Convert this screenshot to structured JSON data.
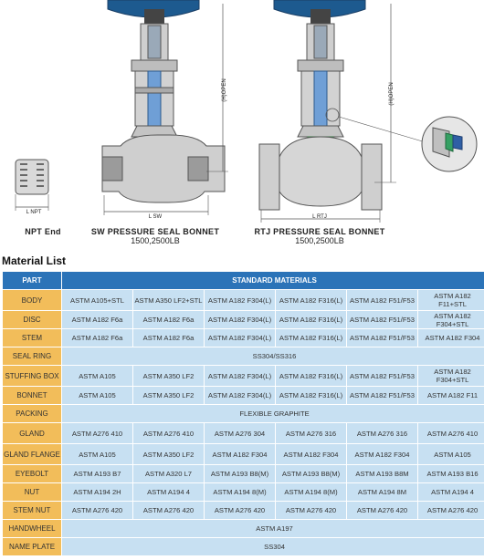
{
  "captions": {
    "npt_label": "NPT End",
    "sw_label": "SW PRESSURE SEAL BONNET",
    "sw_class": "1500,2500LB",
    "rtj_label": "RTJ PRESSURE SEAL BONNET",
    "rtj_class": "1500,2500LB",
    "dim_npt": "L NPT",
    "dim_sw": "L SW",
    "dim_rtj": "L RTJ",
    "dim_h_sw": "(H)OPEN",
    "dim_h_rtj": "(H)OPEN"
  },
  "section_title": "Material List",
  "table": {
    "header_part": "PART",
    "header_materials": "STANDARD MATERIALS",
    "rows": [
      {
        "part": "BODY",
        "cells": [
          "ASTM A105+STL",
          "ASTM A350 LF2+STL",
          "ASTM A182 F304(L)",
          "ASTM A182 F316(L)",
          "ASTM A182 F51/F53",
          "ASTM A182 F11+STL"
        ]
      },
      {
        "part": "DISC",
        "cells": [
          "ASTM A182 F6a",
          "ASTM A182 F6a",
          "ASTM A182 F304(L)",
          "ASTM A182 F316(L)",
          "ASTM A182 F51/F53",
          "ASTM A182 F304+STL"
        ]
      },
      {
        "part": "STEM",
        "cells": [
          "ASTM A182 F6a",
          "ASTM A182 F6a",
          "ASTM A182 F304(L)",
          "ASTM A182 F316(L)",
          "ASTM A182 F51/F53",
          "ASTM A182 F304"
        ]
      },
      {
        "part": "SEAL RING",
        "span": "SS304/SS316"
      },
      {
        "part": "STUFFING BOX",
        "cells": [
          "ASTM A105",
          "ASTM A350 LF2",
          "ASTM A182 F304(L)",
          "ASTM A182 F316(L)",
          "ASTM A182 F51/F53",
          "ASTM A182 F304+STL"
        ]
      },
      {
        "part": "BONNET",
        "cells": [
          "ASTM A105",
          "ASTM A350 LF2",
          "ASTM A182 F304(L)",
          "ASTM A182 F316(L)",
          "ASTM A182 F51/F53",
          "ASTM A182 F11"
        ]
      },
      {
        "part": "PACKING",
        "span": "FLEXIBLE GRAPHITE"
      },
      {
        "part": "GLAND",
        "cells": [
          "ASTM A276 410",
          "ASTM A276 410",
          "ASTM A276 304",
          "ASTM A276 316",
          "ASTM A276 316",
          "ASTM A276 410"
        ]
      },
      {
        "part": "GLAND FLANGE",
        "cells": [
          "ASTM A105",
          "ASTM A350 LF2",
          "ASTM A182 F304",
          "ASTM A182 F304",
          "ASTM A182 F304",
          "ASTM A105"
        ]
      },
      {
        "part": "EYEBOLT",
        "cells": [
          "ASTM A193 B7",
          "ASTM A320 L7",
          "ASTM A193 B8(M)",
          "ASTM A193 B8(M)",
          "ASTM A193 B8M",
          "ASTM A193 B16"
        ]
      },
      {
        "part": "NUT",
        "cells": [
          "ASTM A194 2H",
          "ASTM A194 4",
          "ASTM A194 8(M)",
          "ASTM A194 8(M)",
          "ASTM A194 8M",
          "ASTM A194 4"
        ]
      },
      {
        "part": "STEM NUT",
        "cells": [
          "ASTM A276 420",
          "ASTM A276 420",
          "ASTM A276 420",
          "ASTM A276 420",
          "ASTM A276 420",
          "ASTM A276 420"
        ]
      },
      {
        "part": "HANDWHEEL",
        "span": "ASTM A197"
      },
      {
        "part": "NAME PLATE",
        "span": "SS304"
      }
    ]
  }
}
